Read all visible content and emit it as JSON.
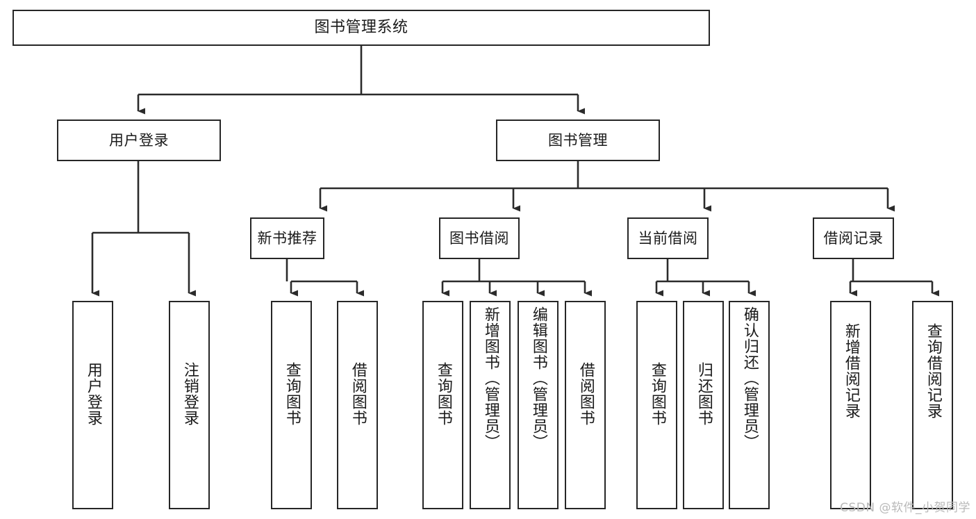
{
  "diagram": {
    "title": "图书管理系统",
    "type": "tree",
    "orientation": "top-down",
    "watermark": "CSDN @软件_小贺同学",
    "colors": {
      "box_border": "#262626",
      "box_fill": "#ffffff",
      "edge": "#2b2b2b",
      "text": "#1a1a1a",
      "watermark": "#b9b9b9",
      "background": "#ffffff"
    },
    "nodes": {
      "root": {
        "id": "root",
        "label": "图书管理系统",
        "level": 1
      },
      "level2": [
        {
          "id": "user-login",
          "label": "用户登录",
          "level": 2
        },
        {
          "id": "book-manage",
          "label": "图书管理",
          "level": 2
        }
      ],
      "level3": [
        {
          "id": "new-book-recommend",
          "label": "新书推荐",
          "level": 3,
          "parent": "book-manage"
        },
        {
          "id": "book-borrow",
          "label": "图书借阅",
          "level": 3,
          "parent": "book-manage"
        },
        {
          "id": "current-borrow",
          "label": "当前借阅",
          "level": 3,
          "parent": "book-manage"
        },
        {
          "id": "borrow-record",
          "label": "借阅记录",
          "level": 3,
          "parent": "book-manage"
        }
      ],
      "leaves": [
        {
          "id": "leaf-user-login",
          "label": "用户登录",
          "parent": "user-login"
        },
        {
          "id": "leaf-user-logout",
          "label": "注销登录",
          "parent": "user-login"
        },
        {
          "id": "leaf-query-book-1",
          "label": "查询图书",
          "parent": "new-book-recommend"
        },
        {
          "id": "leaf-borrow-book-1",
          "label": "借阅图书",
          "parent": "new-book-recommend"
        },
        {
          "id": "leaf-query-book-2",
          "label": "查询图书",
          "parent": "book-borrow"
        },
        {
          "id": "leaf-add-book",
          "label": "新增图书（管理员）",
          "parent": "book-borrow"
        },
        {
          "id": "leaf-edit-book",
          "label": "编辑图书（管理员）",
          "parent": "book-borrow"
        },
        {
          "id": "leaf-borrow-book-2",
          "label": "借阅图书",
          "parent": "book-borrow"
        },
        {
          "id": "leaf-query-book-3",
          "label": "查询图书",
          "parent": "current-borrow"
        },
        {
          "id": "leaf-return-book",
          "label": "归还图书",
          "parent": "current-borrow"
        },
        {
          "id": "leaf-confirm-return",
          "label": "确认归还（管理员）",
          "parent": "current-borrow"
        },
        {
          "id": "leaf-add-record",
          "label": "新增借阅记录",
          "parent": "borrow-record"
        },
        {
          "id": "leaf-query-record",
          "label": "查询借阅记录",
          "parent": "borrow-record"
        }
      ]
    }
  }
}
